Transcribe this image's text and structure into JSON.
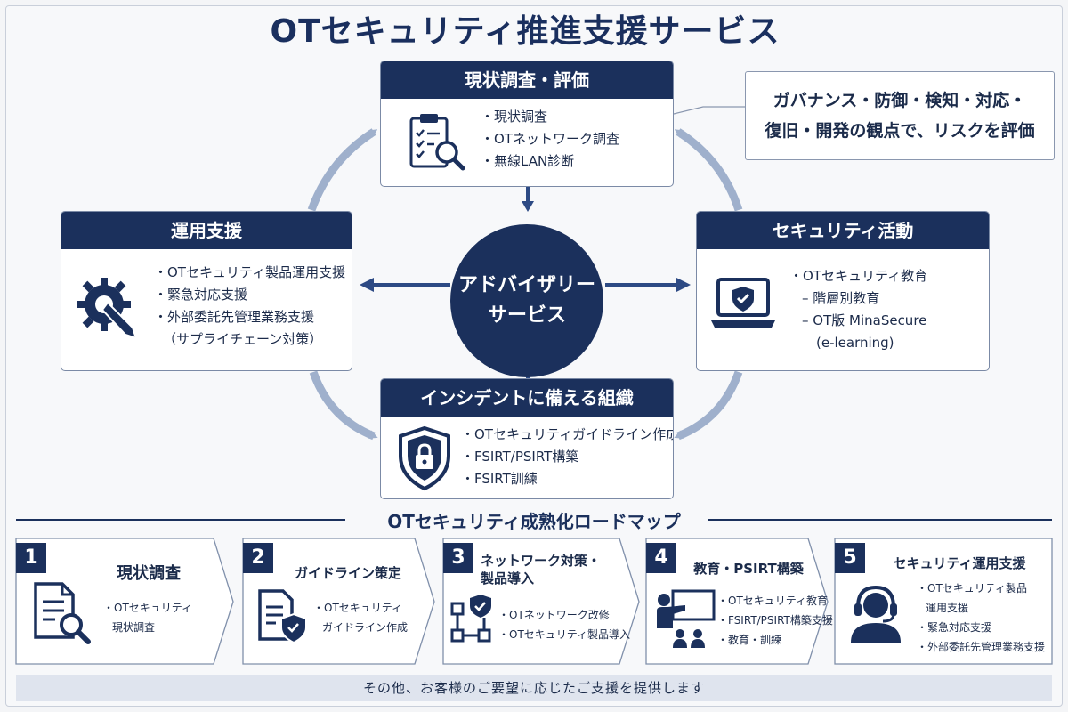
{
  "title": "OTセキュリティ推進支援サービス",
  "center": {
    "line1": "アドバイザリー",
    "line2": "サービス"
  },
  "callout": {
    "line1": "ガバナンス・防御・検知・対応・",
    "line2": "復旧・開発の観点で、リスクを評価"
  },
  "boxes": {
    "assessment": {
      "title": "現状調査・評価",
      "icon": "clipboard-search-icon",
      "items": [
        "・現状調査",
        "・OTネットワーク調査",
        "・無線LAN診断"
      ]
    },
    "operation": {
      "title": "運用支援",
      "icon": "gear-wrench-icon",
      "items": [
        "・OTセキュリティ製品運用支援",
        "・緊急対応支援",
        "・外部委託先管理業務支援",
        "（サプライチェーン対策）"
      ]
    },
    "activity": {
      "title": "セキュリティ活動",
      "icon": "laptop-shield-icon",
      "items": [
        "・OTセキュリティ教育",
        "– 階層別教育",
        "– OT版 MinaSecure",
        "(e-learning)"
      ]
    },
    "incident": {
      "title": "インシデントに備える組織",
      "icon": "shield-lock-icon",
      "items": [
        "・OTセキュリティガイドライン作成",
        "・FSIRT/PSIRT構築",
        "・FSIRT訓練"
      ]
    }
  },
  "roadmap": {
    "title": "OTセキュリティ成熟化ロードマップ",
    "steps": [
      {
        "num": "1",
        "title": "現状調査",
        "icon": "document-search-icon",
        "items": [
          "・OTセキュリティ",
          "現状調査"
        ]
      },
      {
        "num": "2",
        "title": "ガイドライン策定",
        "icon": "document-shield-icon",
        "items": [
          "・OTセキュリティ",
          "ガイドライン作成"
        ]
      },
      {
        "num": "3",
        "title_line1": "ネットワーク対策・",
        "title_line2": "製品導入",
        "icon": "network-shield-icon",
        "items": [
          "・OTネットワーク改修",
          "・OTセキュリティ製品導入"
        ]
      },
      {
        "num": "4",
        "title": "教育・PSIRT構築",
        "icon": "teacher-board-icon",
        "items": [
          "・OTセキュリティ教育",
          "・FSIRT/PSIRT構築支援",
          "・教育・訓練"
        ]
      },
      {
        "num": "5",
        "title": "セキュリティ運用支援",
        "icon": "headset-operator-icon",
        "items": [
          "・OTセキュリティ製品",
          "運用支援",
          "・緊急対応支援",
          "・外部委託先管理業務支援"
        ]
      }
    ]
  },
  "footer": "その他、お客様のご要望に応じたご支援を提供します",
  "colors": {
    "navy": "#1b305c",
    "arrow_blue": "#2d4a84",
    "cycle_arrow": "#9fb0cc"
  }
}
